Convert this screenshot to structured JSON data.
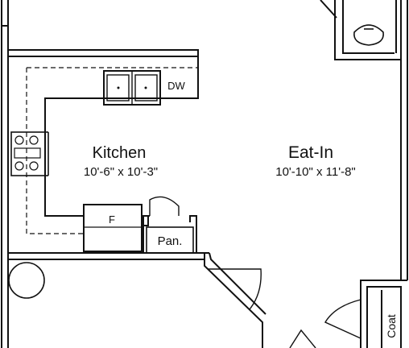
{
  "rooms": [
    {
      "name": "Kitchen",
      "dimensions": "10'-6\" x 10'-3\""
    },
    {
      "name": "Eat-In",
      "dimensions": "10'-10\" x 11'-8\""
    }
  ],
  "fixtures": {
    "dishwasher": "DW",
    "fridge": "F",
    "pantry": "Pan.",
    "coat": "Coat"
  },
  "colors": {
    "line": "#111111",
    "background": "#ffffff"
  }
}
